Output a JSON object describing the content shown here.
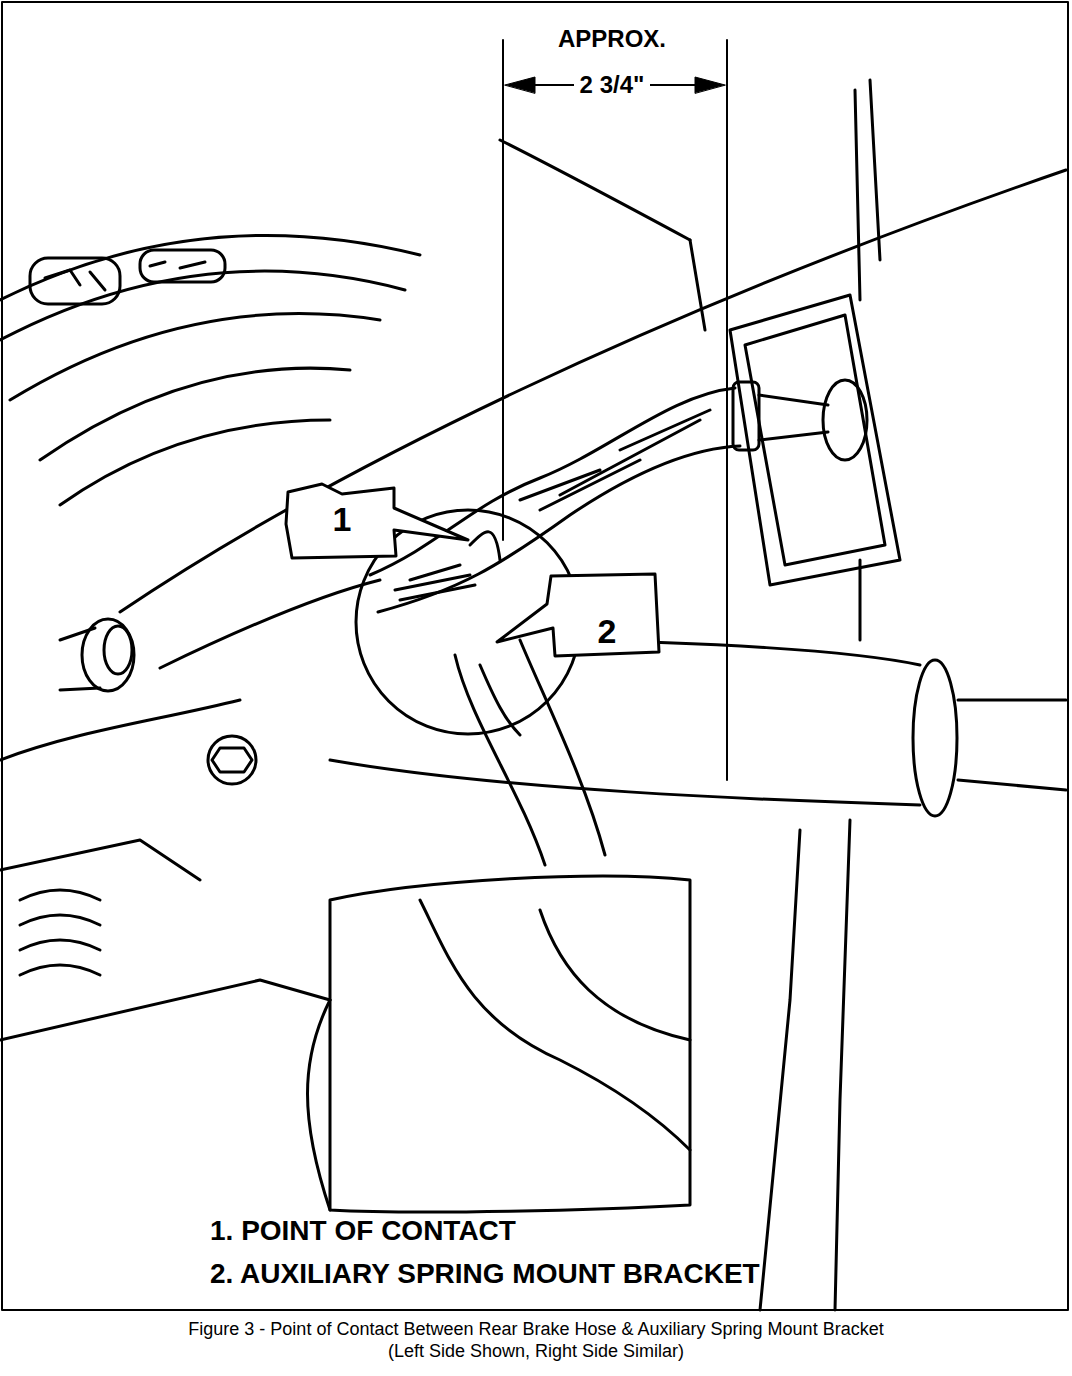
{
  "diagram": {
    "caption": "Figure 3 - Point of Contact Between Rear Brake Hose & Auxiliary Spring Mount Bracket (Left Side Shown, Right Side Similar)",
    "nodes": [
      {
        "text": [
          "1"
        ]
      },
      {
        "text": [
          "2"
        ]
      }
    ],
    "edges": [],
    "labels": [
      "APPROX.",
      "2 3/4\"",
      "1. POINT OF CONTACT",
      "2. AUXILIARY SPRING MOUNT BRACKET"
    ]
  }
}
